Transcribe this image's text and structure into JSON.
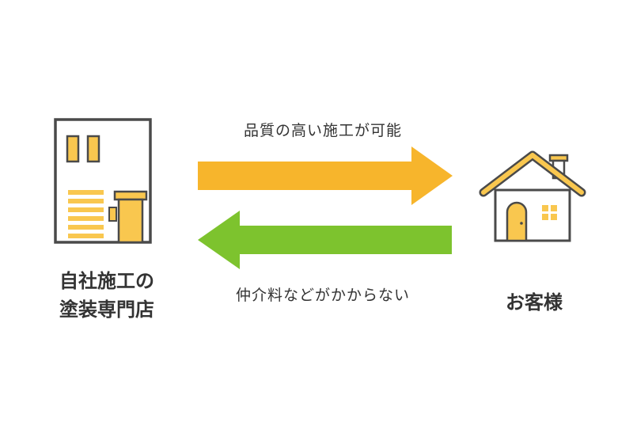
{
  "company": {
    "line1": "自社施工の",
    "line2": "塗装専門店"
  },
  "customer": {
    "label": "お客様"
  },
  "arrow_to_customer": {
    "label": "品質の高い施工が可能",
    "color": "#F7B52C"
  },
  "arrow_to_company": {
    "label": "仲介料などがかからない",
    "color": "#7DC32E"
  },
  "colors": {
    "outline": "#4A4A4A",
    "accent": "#F9C74F"
  }
}
